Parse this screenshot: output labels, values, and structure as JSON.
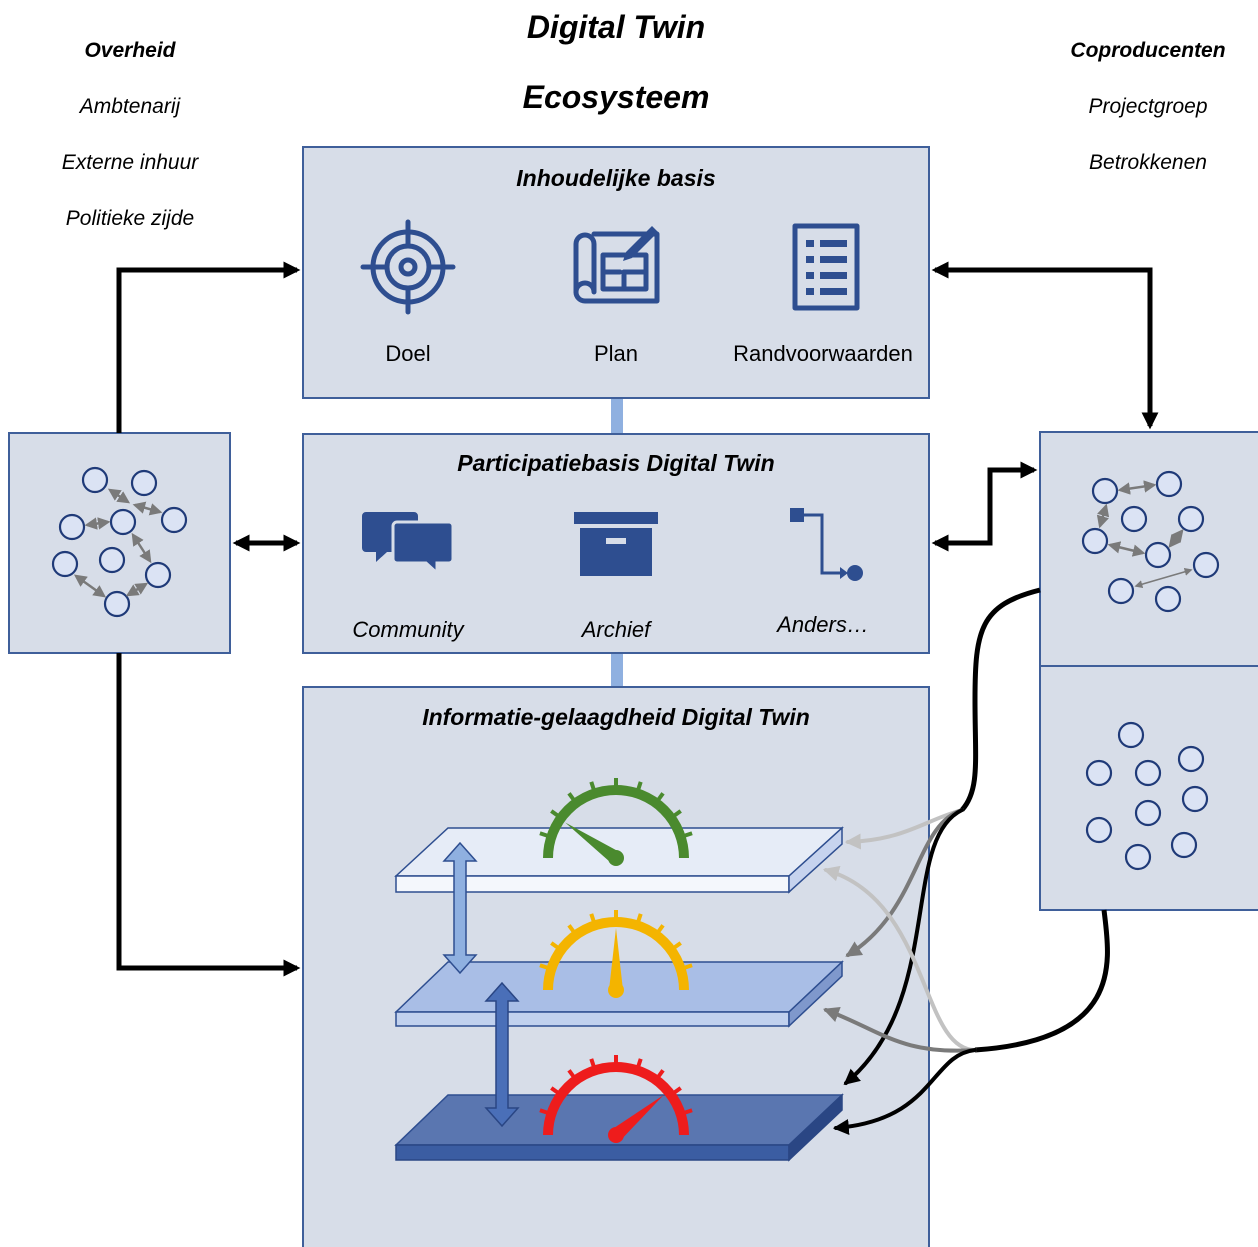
{
  "title": {
    "line1": "Digital Twin",
    "line2": "Ecosysteem"
  },
  "left_group": {
    "heading": "Overheid",
    "items": [
      "Ambtenarij",
      "Externe inhuur",
      "Politieke zijde"
    ]
  },
  "right_group": {
    "heading": "Coproducenten",
    "items": [
      "Projectgroep",
      "Betrokkenen"
    ]
  },
  "content_panel": {
    "title": "Inhoudelijke basis",
    "items": [
      {
        "label": "Doel",
        "icon": "target-icon"
      },
      {
        "label": "Plan",
        "icon": "blueprint-icon"
      },
      {
        "label": "Randvoorwaarden",
        "icon": "checklist-icon"
      }
    ]
  },
  "participation_panel": {
    "title": "Participatiebasis Digital Twin",
    "items": [
      {
        "label": "Community",
        "icon": "chat-bubbles-icon"
      },
      {
        "label": "Archief",
        "icon": "archive-box-icon"
      },
      {
        "label": "Anders…",
        "icon": "flow-connector-icon"
      }
    ]
  },
  "information_panel": {
    "title": "Informatie-gelaagdheid Digital Twin",
    "layers": [
      {
        "gauge_color": "#4a8a2e",
        "level": "low"
      },
      {
        "gauge_color": "#f4b400",
        "level": "medium"
      },
      {
        "gauge_color": "#ee1c1c",
        "level": "high"
      }
    ]
  },
  "colors": {
    "panel_fill": "#d7dde8",
    "panel_border": "#3f5f9a",
    "icon": "#2e4e90",
    "connector_bar": "#8fb0e0"
  }
}
